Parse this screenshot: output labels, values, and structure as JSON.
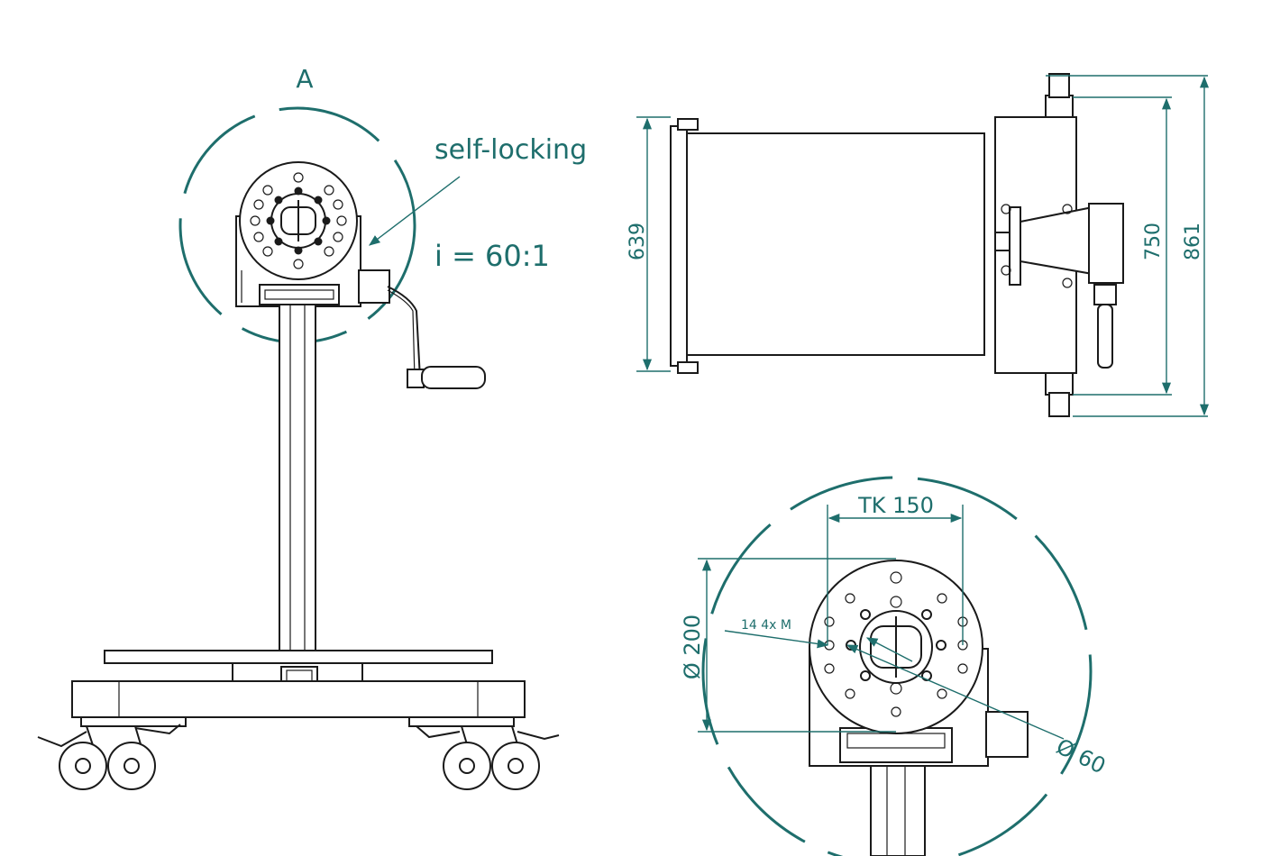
{
  "labels": {
    "detail_marker": "A",
    "self_locking": "self-locking",
    "ratio": "i = 60:1",
    "dim_639": "639",
    "dim_750": "750",
    "dim_861": "861",
    "tk": "TK 150",
    "dia_200": "Ø 200",
    "dia_60": "Ø 60",
    "holes": "14 4x M"
  },
  "colors": {
    "accent": "#1e6e6c",
    "line": "#1a1a1a",
    "background": "#ffffff"
  }
}
